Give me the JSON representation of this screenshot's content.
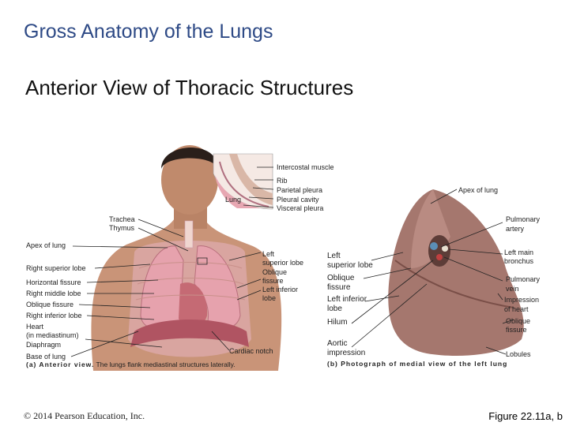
{
  "title": "Gross Anatomy of the Lungs",
  "subtitle": "Anterior View of Thoracic Structures",
  "inset": {
    "lung_label": "Lung",
    "intercostal_muscle": "Intercostal muscle",
    "rib": "Rib",
    "parietal_pleura": "Parietal pleura",
    "pleural_cavity": "Pleural cavity",
    "visceral_pleura": "Visceral pleura"
  },
  "panel_a": {
    "trachea": "Trachea",
    "thymus": "Thymus",
    "apex_of_lung": "Apex of lung",
    "right_superior_lobe": "Right superior lobe",
    "horizontal_fissure": "Horizontal fissure",
    "right_middle_lobe": "Right middle lobe",
    "oblique_fissure": "Oblique fissure",
    "right_inferior_lobe": "Right inferior lobe",
    "heart_1": "Heart",
    "heart_2": "(in mediastinum)",
    "diaphragm": "Diaphragm",
    "base_of_lung": "Base of lung",
    "left_superior_lobe_1": "Left",
    "left_superior_lobe_2": "superior lobe",
    "oblique_fissure_left_1": "Oblique",
    "oblique_fissure_left_2": "fissure",
    "left_inferior_lobe_1": "Left inferior",
    "left_inferior_lobe_2": "lobe",
    "cardiac_notch": "Cardiac notch",
    "caption_bold": "(a) Anterior view.",
    "caption_text": " The lungs flank mediastinal structures laterally."
  },
  "panel_b": {
    "apex_of_lung": "Apex of lung",
    "pulmonary_artery_1": "Pulmonary",
    "pulmonary_artery_2": "artery",
    "left_superior_lobe_1": "Left",
    "left_superior_lobe_2": "superior lobe",
    "left_main_bronchus_1": "Left main",
    "left_main_bronchus_2": "bronchus",
    "oblique_fissure_1": "Oblique",
    "oblique_fissure_2": "fissure",
    "pulmonary_vein_1": "Pulmonary",
    "pulmonary_vein_2": "vein",
    "left_inferior_lobe_1": "Left inferior",
    "left_inferior_lobe_2": "lobe",
    "impression_heart_1": "Impression",
    "impression_heart_2": "of heart",
    "hilum": "Hilum",
    "oblique_fissure_b_1": "Oblique",
    "oblique_fissure_b_2": "fissure",
    "aortic_impression_1": "Aortic",
    "aortic_impression_2": "impression",
    "lobules": "Lobules",
    "caption": "(b) Photograph of medial view of the left lung"
  },
  "copyright": "© 2014 Pearson Education, Inc.",
  "figure_label": "Figure 22.11a, b"
}
